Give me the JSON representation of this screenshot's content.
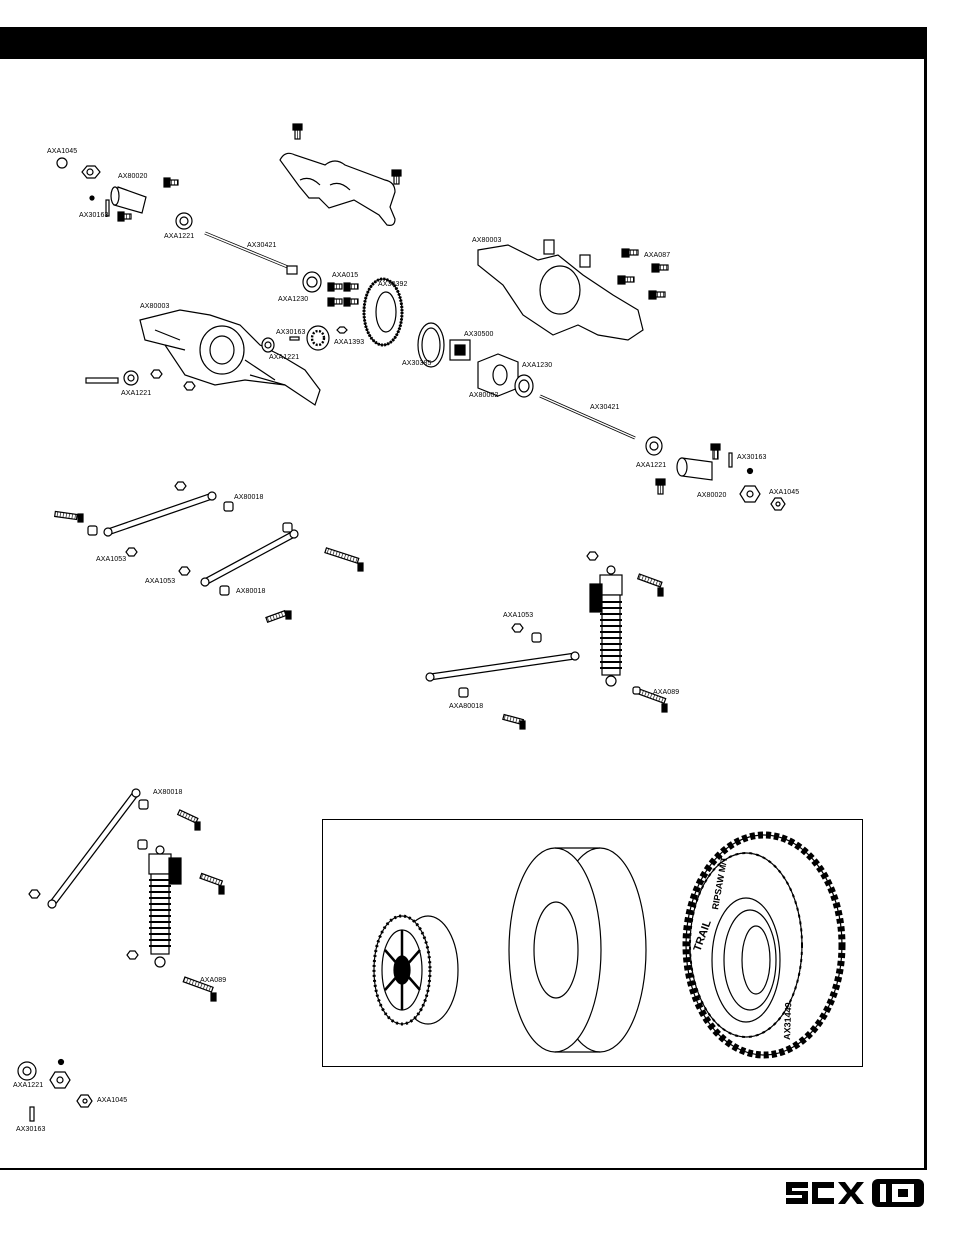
{
  "brand": {
    "logo_text": "SCX10"
  },
  "parts": {
    "front_axle": {
      "axa1045_top": "AXA1045",
      "ax80020_top": "AX80020",
      "ax30163_top": "AX30163",
      "axa1221_a": "AXA1221",
      "ax30421_a": "AX30421",
      "axa1230_a": "AXA1230",
      "axa015": "AXA015",
      "ax30392": "AX30392",
      "ax80003_left": "AX80003",
      "ax30163_mid": "AX30163",
      "axa1221_b": "AXA1221",
      "axa1393": "AXA1393",
      "ax30385": "AX30385",
      "axa1221_c": "AXA1221",
      "ax80003_right": "AX80003",
      "axa087": "AXA087",
      "ax30500": "AX30500",
      "axa1230_b": "AXA1230",
      "ax80002": "AX80002",
      "ax30421_b": "AX30421",
      "axa1221_d": "AXA1221",
      "ax30163_right": "AX30163",
      "ax80020_right": "AX80020",
      "axa1045_right": "AXA1045"
    },
    "links": {
      "ax80018_a": "AX80018",
      "axa1053_a": "AXA1053",
      "axa1053_b": "AXA1053",
      "ax80018_b": "AX80018",
      "axa1053_c": "AXA1053",
      "axa089_a": "AXA089",
      "axa80018": "AXA80018"
    },
    "rear": {
      "ax80018_c": "AX80018",
      "axa089_b": "AXA089",
      "axa1221_e": "AXA1221",
      "axa1045_c": "AXA1045",
      "ax30163_c": "AX30163"
    }
  },
  "tire": {
    "sidewall_brand": "TRAIL",
    "sidewall_model": "RIPSAW M/T",
    "sidewall_size": "AX31449"
  }
}
